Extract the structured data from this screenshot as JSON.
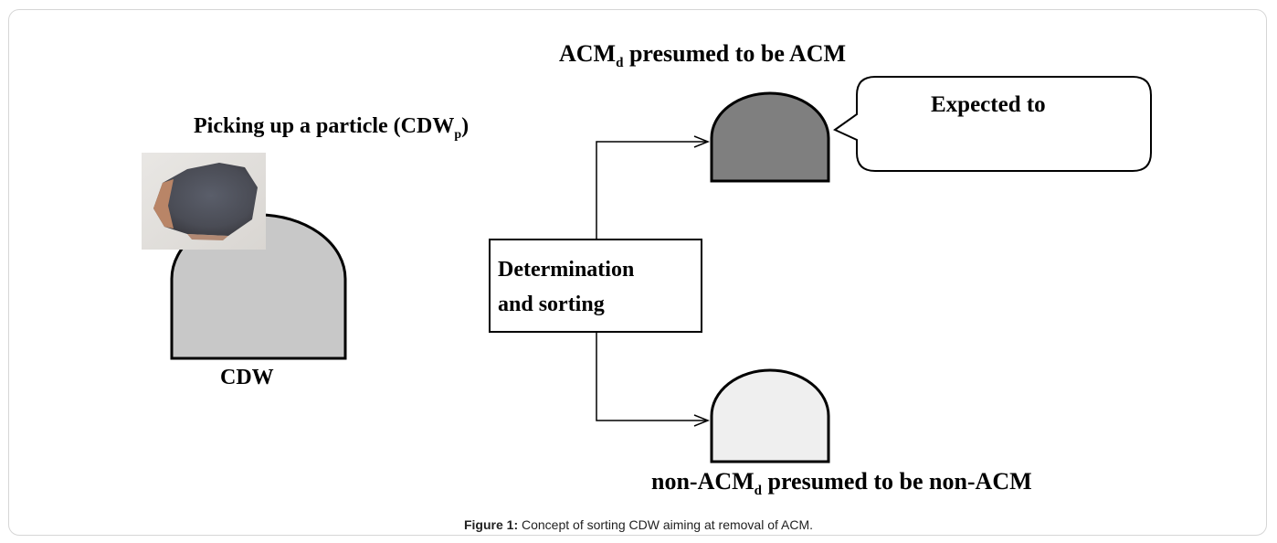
{
  "labels": {
    "acm_top_main": "ACM",
    "acm_top_sub": "d",
    "acm_top_rest": " presumed  to be ACM",
    "picking_main": "Picking  up a particle  (CDW",
    "picking_sub": "p",
    "picking_end": ")",
    "cdw": "CDW",
    "expected": "Expected  to",
    "determination_line1": "Determination",
    "determination_line2": "and sorting",
    "non_acm_main": "non-ACM",
    "non_acm_sub": "d",
    "non_acm_rest": " presumed  to be non-ACM"
  },
  "caption": {
    "label": "Figure 1:",
    "text": " Concept of sorting CDW aiming at removal of ACM."
  },
  "colors": {
    "cdw_fill": "#c8c8c8",
    "acm_fill": "#7f7f7f",
    "non_acm_fill": "#efefef",
    "stroke": "#000000"
  },
  "icons": {
    "particle_photo": "rock-particle-photo"
  }
}
